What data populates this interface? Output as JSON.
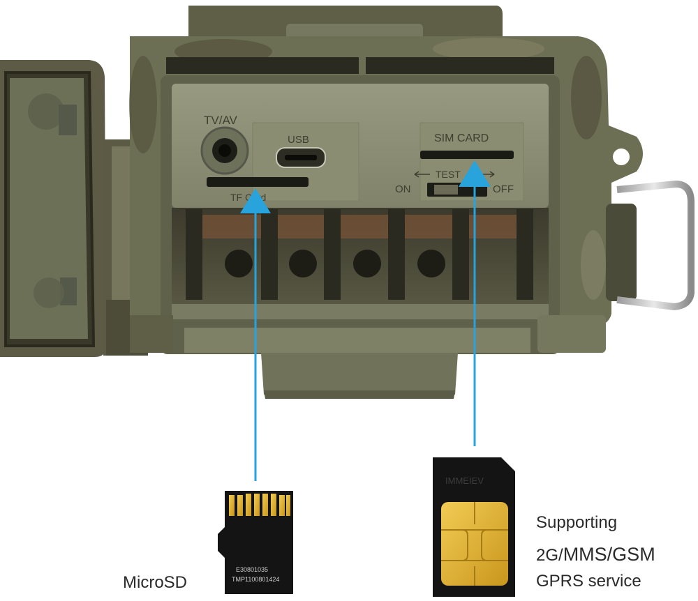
{
  "camera": {
    "port_labels": {
      "tvav": "TV/AV",
      "usb": "USB",
      "tf_card": "TF Card",
      "sim_card": "SIM CARD",
      "test": "TEST",
      "switch_on": "ON",
      "switch_off": "OFF"
    }
  },
  "microsd_card": {
    "print_line_1": "E30801035",
    "print_line_2": "TMP1100801424"
  },
  "sim_card": {
    "print": "IMMEIEV"
  },
  "captions": {
    "microsd": "MicroSD",
    "support_line_1": "Supporting",
    "support_line_2_a": "2G/",
    "support_line_2_b": "MMS/GSM",
    "support_line_3": "GPRS service"
  },
  "colors": {
    "camo_base": "#6f7358",
    "camo_dark": "#4b4a36",
    "camo_light": "#8d8f72",
    "panel": "#8e9176",
    "arrow": "#29a3dc",
    "card_black": "#141414",
    "gold": "#d8a92a"
  }
}
